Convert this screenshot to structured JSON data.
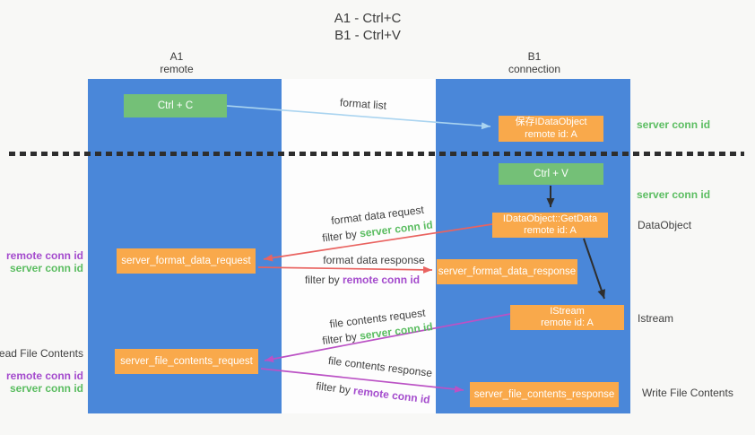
{
  "title": {
    "line1": "A1 - Ctrl+C",
    "line2": "B1 - Ctrl+V"
  },
  "columns": {
    "left": {
      "name": "A1",
      "role": "remote"
    },
    "right": {
      "name": "B1",
      "role": "connection"
    }
  },
  "nodes": {
    "ctrl_c": {
      "label": "Ctrl + C"
    },
    "save_idataobject": {
      "title": "保存IDataObject",
      "subtitle": "remote id: A"
    },
    "ctrl_v": {
      "label": "Ctrl + V"
    },
    "getdata": {
      "title": "IDataObject::GetData",
      "subtitle": "remote id: A"
    },
    "format_request": {
      "label": "server_format_data_request"
    },
    "format_response": {
      "label": "server_format_data_response"
    },
    "istream": {
      "title": "IStream",
      "subtitle": "remote id: A"
    },
    "file_request": {
      "label": "server_file_contents_request"
    },
    "file_response": {
      "label": "server_file_contents_response"
    }
  },
  "arrows": {
    "format_list": "format list",
    "format_data_request": "format data request",
    "format_data_response": "format data response",
    "file_contents_request": "file contents request",
    "file_contents_response": "file contents response",
    "filter_by": "filter by",
    "server_conn_id": "server conn id",
    "remote_conn_id": "remote conn id"
  },
  "annotations": {
    "right": {
      "server_conn_id_top": "server conn id",
      "server_conn_id_mid": "server conn id",
      "dataobject": "DataObject",
      "istream": "Istream",
      "write_file_contents": "Write File Contents"
    },
    "left": {
      "remote_conn_id_top": "remote conn id",
      "server_conn_id_top": "server conn id",
      "read_file_contents": "Read File Contents",
      "remote_conn_id_bottom": "remote conn id",
      "server_conn_id_bottom": "server conn id"
    }
  },
  "colors": {
    "lifeline_blue": "#4a87d9",
    "action_green": "#74c077",
    "message_orange": "#f9a94b",
    "request_red": "#e96360",
    "file_magenta": "#bb52c5",
    "format_list_blue": "#aad4f0",
    "black_arrow": "#2e2e2e",
    "server_conn_green": "#5bbd61",
    "remote_conn_purple": "#a44bcd",
    "text_dark": "#414141",
    "background": "#f8f8f6",
    "message_band": "#fdfdfd"
  }
}
